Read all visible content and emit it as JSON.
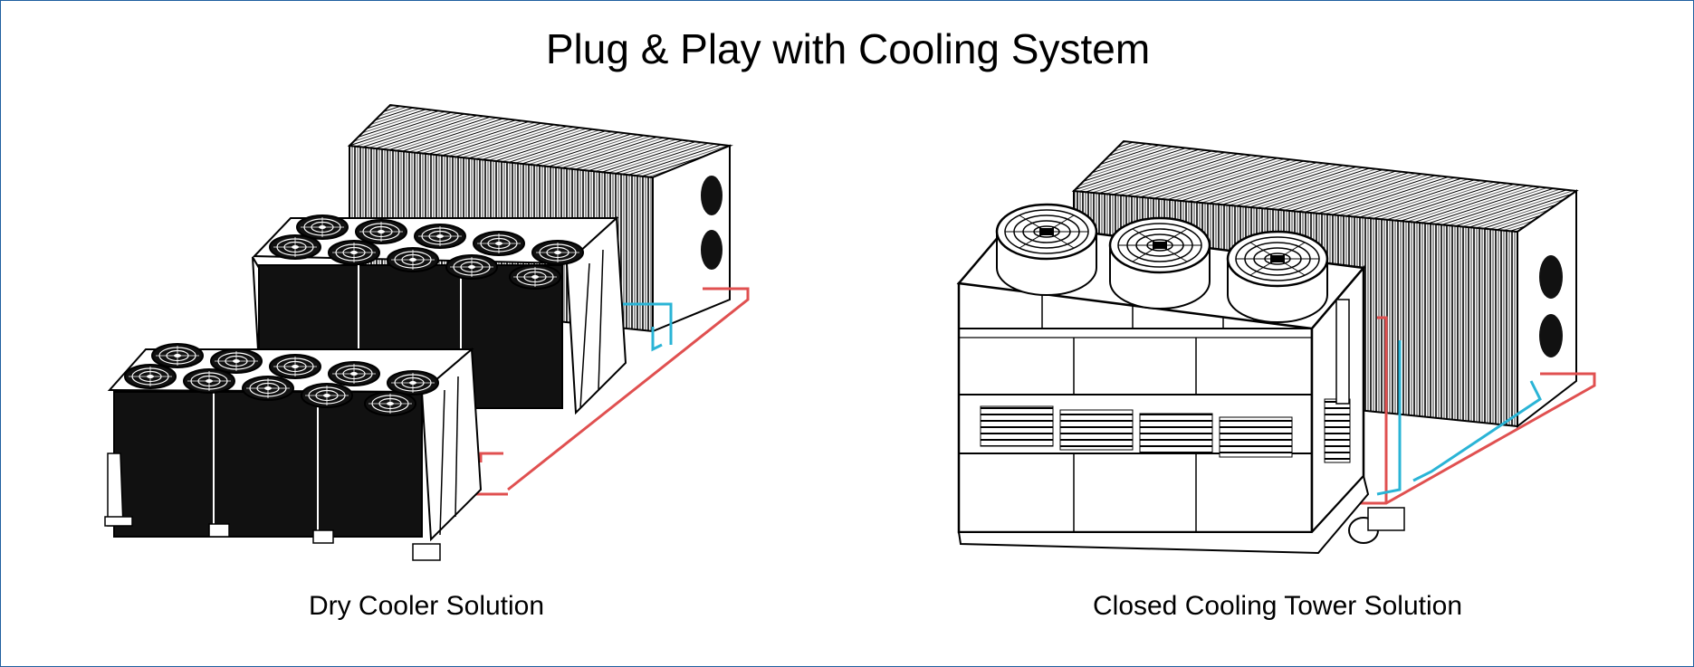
{
  "title": "Plug & Play with Cooling System",
  "left": {
    "caption": "Dry Cooler Solution"
  },
  "right": {
    "caption": "Closed Cooling Tower Solution"
  },
  "colors": {
    "border": "#1f5fa0",
    "hot_pipe": "#e05050",
    "cold_pipe": "#2ab4d6",
    "ink": "#000000"
  }
}
